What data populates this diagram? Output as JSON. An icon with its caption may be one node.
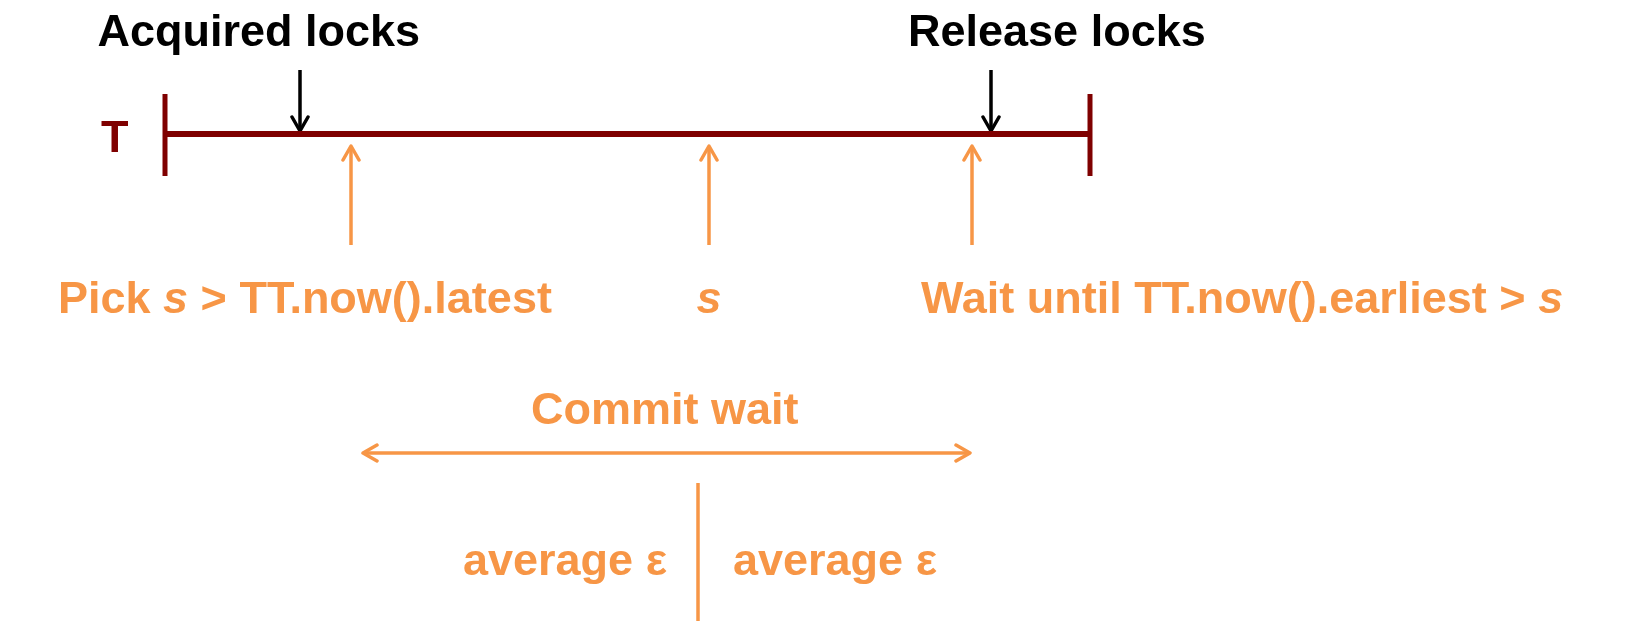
{
  "diagram": {
    "nodes": [
      {
        "text": [
          "Acquired locks"
        ]
      },
      {
        "text": [
          "Release locks"
        ]
      },
      {
        "text": [],
        "shape": "bar",
        "beside": [
          "T"
        ]
      },
      {
        "text": [
          "Pick *s* > TT.now().latest"
        ]
      },
      {
        "text": [
          "*s*"
        ]
      },
      {
        "text": [
          "Wait until TT.now().earliest > *s*"
        ]
      }
    ],
    "edges": [
      {
        "from": 0,
        "to": 2,
        "arrow": "to",
        "color": "#000000"
      },
      {
        "from": 1,
        "to": 2,
        "arrow": "to",
        "color": "#000000"
      },
      {
        "from": 3,
        "to": 2,
        "arrow": "to"
      },
      {
        "from": 4,
        "to": 2,
        "arrow": "to"
      },
      {
        "from": 5,
        "to": 2,
        "arrow": "to"
      }
    ],
    "labels": [
      "Commit wait",
      "average ε",
      "average ε"
    ]
  }
}
